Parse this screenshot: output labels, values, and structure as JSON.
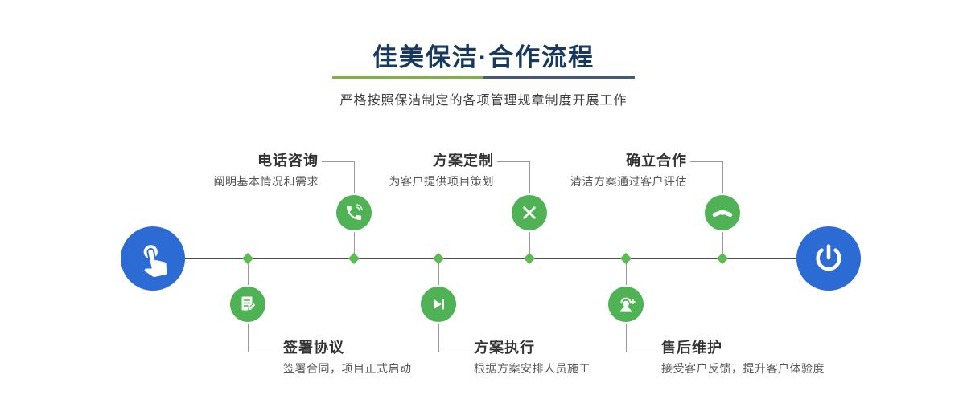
{
  "header": {
    "title": "佳美保洁·合作流程",
    "subtitle": "严格按照保洁制定的各项管理规章制度开展工作"
  },
  "steps": {
    "top": [
      {
        "title": "电话咨询",
        "desc": "阐明基本情况和需求",
        "icon": "phone-icon"
      },
      {
        "title": "方案定制",
        "desc": "为客户提供项目策划",
        "icon": "design-tools-icon"
      },
      {
        "title": "确立合作",
        "desc": "清洁方案通过客户评估",
        "icon": "handshake-icon"
      }
    ],
    "bottom": [
      {
        "title": "签署协议",
        "desc": "签署合同，项目正式启动",
        "icon": "contract-icon"
      },
      {
        "title": "方案执行",
        "desc": "根据方案安排人员施工",
        "icon": "play-forward-icon"
      },
      {
        "title": "售后维护",
        "desc": "接受客户反馈，提升客户体验度",
        "icon": "support-agent-icon"
      }
    ]
  },
  "endpoints": {
    "start_icon": "pointing-hand-icon",
    "end_icon": "power-icon"
  },
  "colors": {
    "accent_blue": "#2b6bd3",
    "accent_green": "#4fb254",
    "diamond_green": "#5cbb52",
    "title_navy": "#17395f",
    "divider_green": "#7db33f",
    "divider_blue": "#3f5c7c",
    "timeline_gray": "#4d4d4d"
  }
}
